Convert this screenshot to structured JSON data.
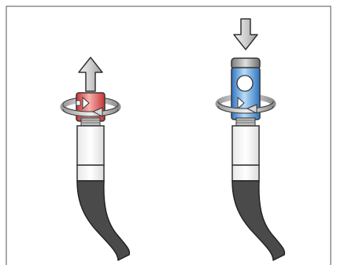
{
  "diagram": {
    "panels": [
      {
        "id": "left",
        "arrow_direction": "up",
        "cap_color": "#e84a4a",
        "cap_color_light": "#f7b0b0"
      },
      {
        "id": "right",
        "arrow_direction": "down",
        "cap_color": "#3f8fd8",
        "cap_color_light": "#a9d3f5"
      }
    ],
    "colors": {
      "outline": "#333333",
      "arrow_fill": "#d6d6d6",
      "ring_fill": "#c9c9c9",
      "tube_fill": "#ffffff",
      "hose_fill": "#4a4a4a",
      "border": "#555555"
    },
    "icons": [
      "arrow-up-icon",
      "arrow-down-icon",
      "rotation-ring-icon"
    ]
  }
}
